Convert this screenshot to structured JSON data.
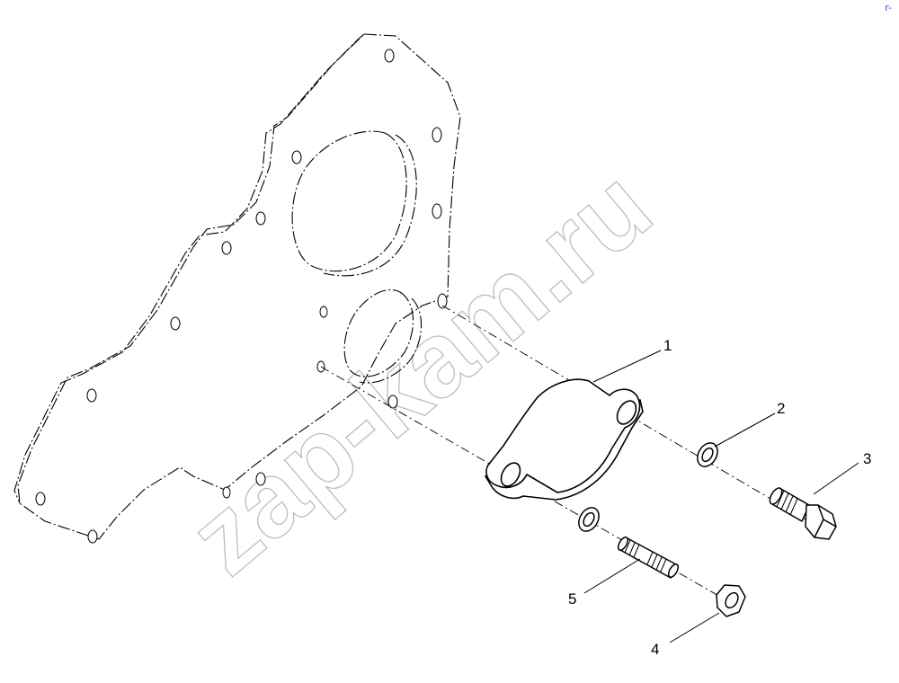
{
  "watermark": "zap-kam.ru",
  "callouts": [
    {
      "id": "1",
      "label": "1"
    },
    {
      "id": "2",
      "label": "2"
    },
    {
      "id": "3",
      "label": "3"
    },
    {
      "id": "4",
      "label": "4"
    },
    {
      "id": "5",
      "label": "5"
    }
  ],
  "corner_mark": "r-",
  "colors": {
    "line": "#000000",
    "watermark": "#bdbdbd",
    "corner_mark": "#3355cc"
  }
}
